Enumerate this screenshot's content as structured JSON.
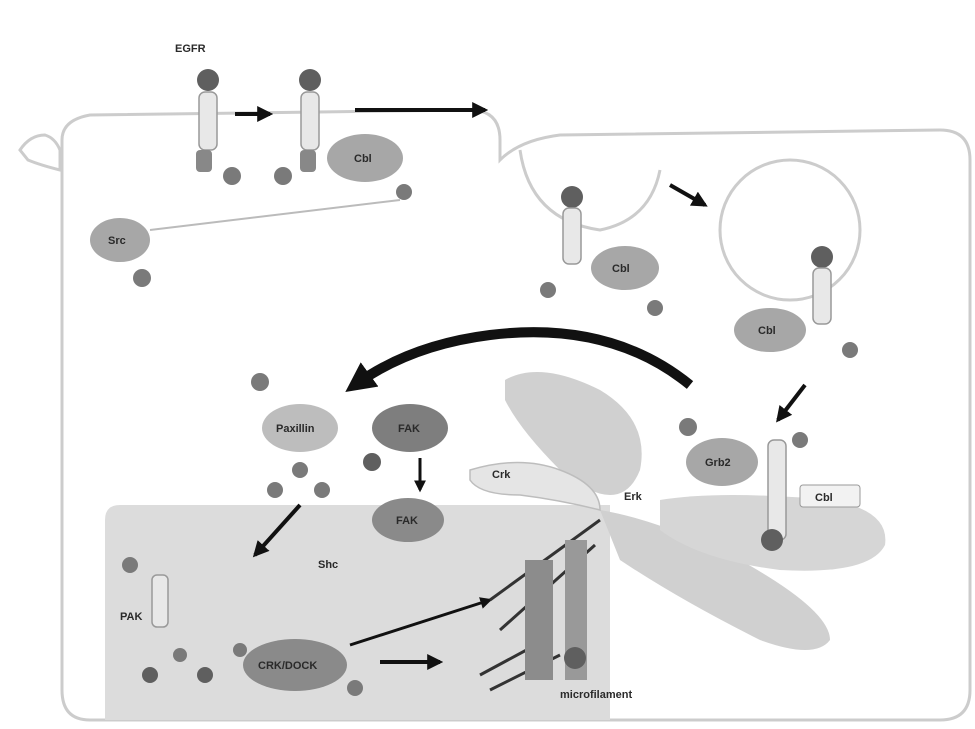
{
  "labels": {
    "ligand": "EGFR",
    "src": "Src",
    "cbl_top": "Cbl",
    "cbl_mid": "Cbl",
    "cbl_right": "Cbl",
    "grb2": "Grb2",
    "cbl_lower": "Cbl",
    "kinase_left_a": "Paxillin",
    "kinase_left_b": "FAK",
    "fak_center": "FAK",
    "shc": "Shc",
    "pak_lower": "PAK",
    "crkab": "Crk",
    "erk": "Erk",
    "complex_lower": "CRK/DOCK",
    "microfilament": "microfilament"
  },
  "colors": {
    "membrane": "#c8c8c8",
    "nucleus_bg": "#dcdcdc",
    "protein_fill": "#a7a7a7",
    "dark_node": "#5f5f5f",
    "arrow": "#111111",
    "organelle": "#cfcfcf"
  }
}
